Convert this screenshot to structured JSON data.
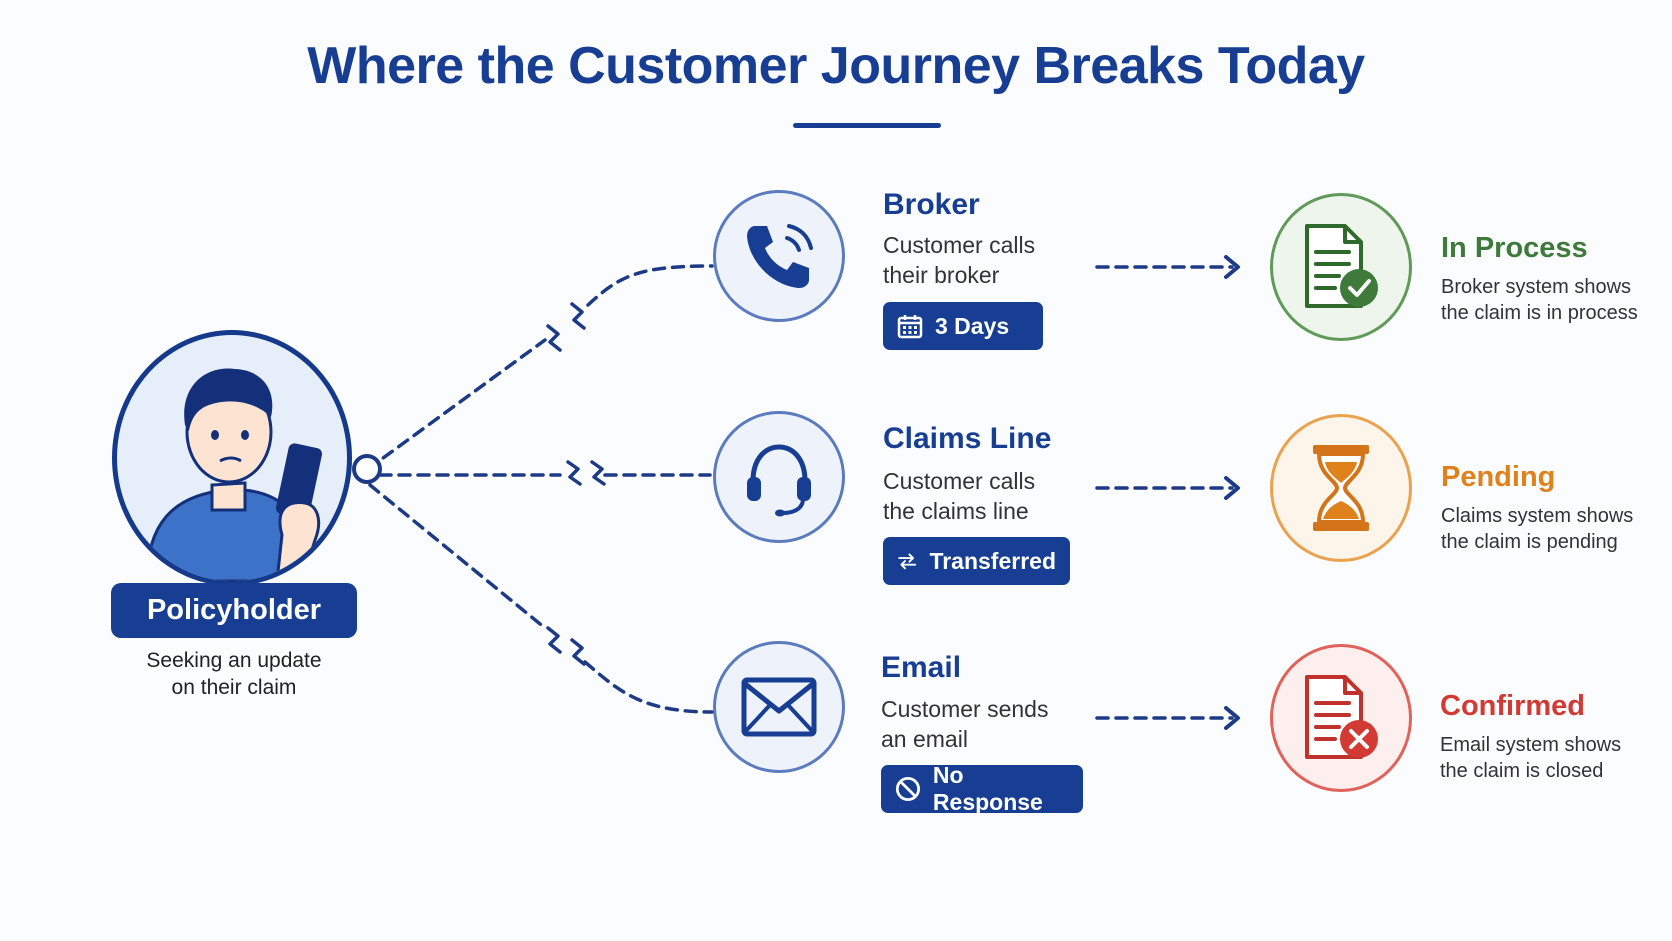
{
  "title": "Where the Customer Journey Breaks Today",
  "policyholder": {
    "label": "Policyholder",
    "subtitle": "Seeking an update\non their claim",
    "icon": "person-with-phone-icon"
  },
  "channels": [
    {
      "id": "broker",
      "title": "Broker",
      "description": "Customer calls\ntheir broker",
      "badge": "3 Days",
      "badge_icon": "calendar-icon",
      "icon": "phone-icon"
    },
    {
      "id": "claims-line",
      "title": "Claims Line",
      "description": "Customer calls\nthe claims line",
      "badge": "Transferred",
      "badge_icon": "transfer-arrows-icon",
      "icon": "headset-icon"
    },
    {
      "id": "email",
      "title": "Email",
      "description": "Customer sends\nan email",
      "badge": "No Response",
      "badge_icon": "prohibited-icon",
      "icon": "envelope-icon"
    }
  ],
  "statuses": [
    {
      "id": "in-process",
      "title": "In Process",
      "description": "Broker system shows\nthe claim is in process",
      "color": "#3e7a3a",
      "tint": "#eef5ec",
      "icon": "document-check-icon"
    },
    {
      "id": "pending",
      "title": "Pending",
      "description": "Claims system shows\nthe claim is pending",
      "color": "#e0821c",
      "tint": "#fdf4ea",
      "icon": "hourglass-icon"
    },
    {
      "id": "confirmed",
      "title": "Confirmed",
      "description": "Email system shows\nthe claim is closed",
      "color": "#d23a33",
      "tint": "#fcefee",
      "icon": "document-x-icon"
    }
  ],
  "colors": {
    "primary": "#173e93",
    "connector": "#1c3a86"
  }
}
